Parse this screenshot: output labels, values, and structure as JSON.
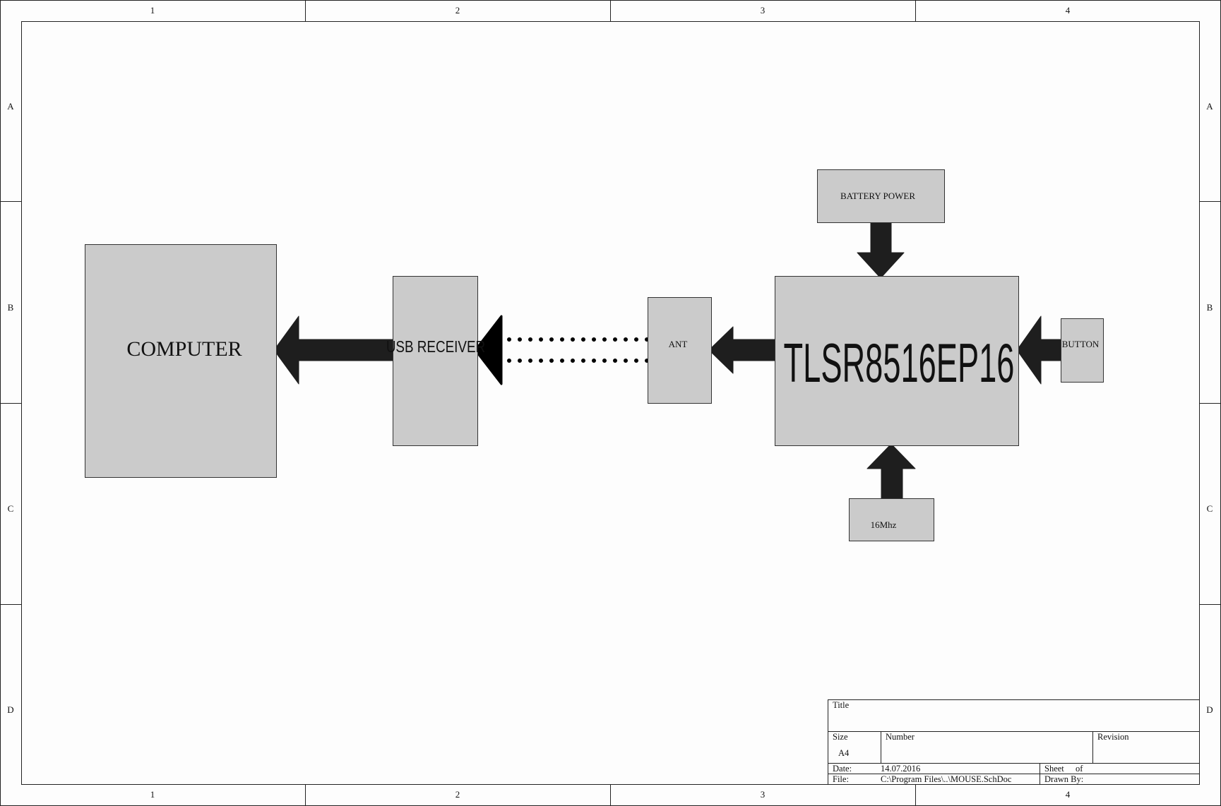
{
  "border": {
    "columns": [
      "1",
      "2",
      "3",
      "4"
    ],
    "rows": [
      "A",
      "B",
      "C",
      "D"
    ]
  },
  "blocks": {
    "computer": "COMPUTER",
    "usb_receiver": "USB RECEIVER",
    "ant": "ANT",
    "chip": "TLSR8516EP16",
    "battery": "BATTERY POWER",
    "button": "BUTTON",
    "crystal": "16Mhz"
  },
  "title_block": {
    "title_label": "Title",
    "size_label": "Size",
    "size_value": "A4",
    "number_label": "Number",
    "revision_label": "Revision",
    "date_label": "Date:",
    "date_value": "14.07.2016",
    "sheet_label": "Sheet",
    "of_label": "of",
    "file_label": "File:",
    "file_value": "C:\\Program Files\\..\\MOUSE.SchDoc",
    "drawn_by_label": "Drawn By:"
  },
  "colors": {
    "block_fill": "#cbcbcb",
    "arrow_fill": "#1e1e1e",
    "line": "#222222",
    "background": "#fdfdfd"
  }
}
